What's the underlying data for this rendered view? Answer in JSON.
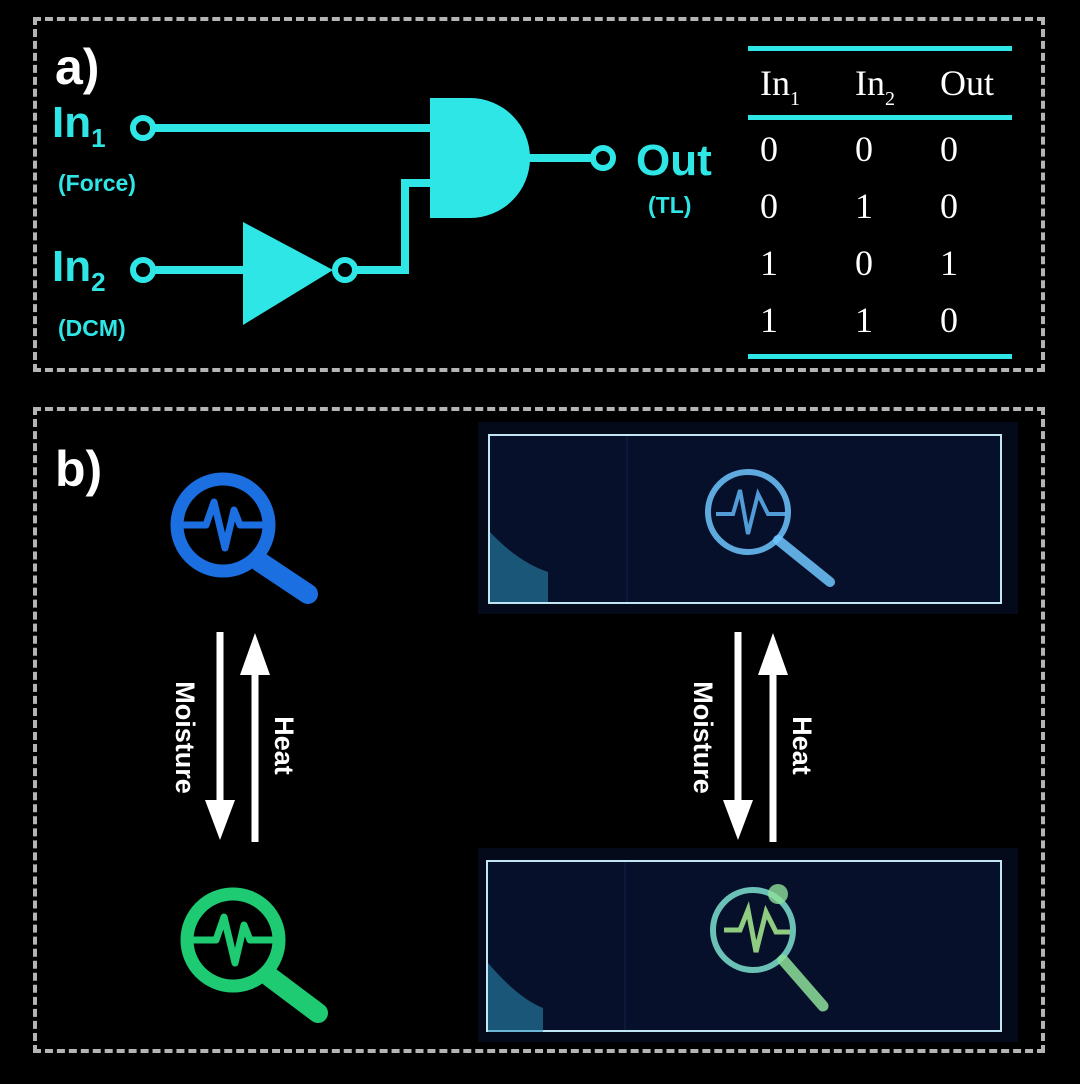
{
  "panel_a": {
    "label": "a)",
    "inputs": [
      {
        "name": "In",
        "subscript": "1",
        "caption": "(Force)"
      },
      {
        "name": "In",
        "subscript": "2",
        "caption": "(DCM)"
      }
    ],
    "output": {
      "name": "Out",
      "caption": "(TL)"
    },
    "truth_table": {
      "headers": [
        {
          "name": "In",
          "subscript": "1"
        },
        {
          "name": "In",
          "subscript": "2"
        },
        {
          "name": "Out",
          "subscript": ""
        }
      ],
      "rows": [
        [
          "0",
          "0",
          "0"
        ],
        [
          "0",
          "1",
          "0"
        ],
        [
          "1",
          "0",
          "1"
        ],
        [
          "1",
          "1",
          "0"
        ]
      ]
    },
    "colors": {
      "accent": "#2ee6e6"
    }
  },
  "panel_b": {
    "label": "b)",
    "arrow_down_label": "Moisture",
    "arrow_up_label": "Heat",
    "icons": {
      "top": {
        "icon": "magnifier-waveform-icon",
        "color": "#1b6fe0"
      },
      "bottom": {
        "icon": "magnifier-waveform-icon",
        "color": "#1ecb73"
      }
    }
  }
}
